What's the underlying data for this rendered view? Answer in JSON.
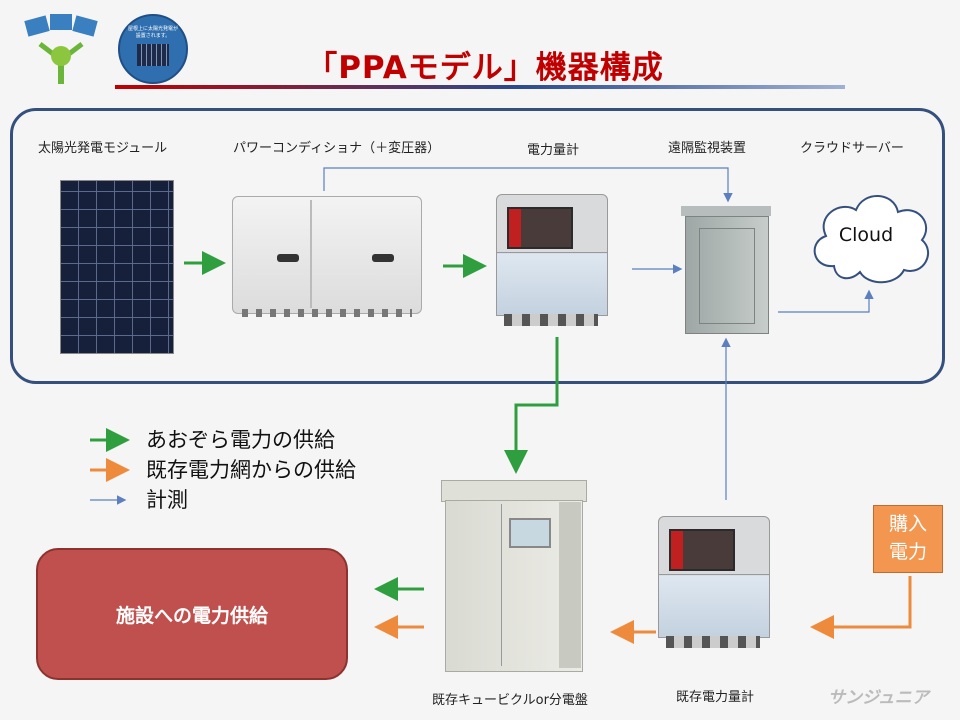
{
  "title": "「PPAモデル」機器構成",
  "logo": {
    "badge_caption": "屋根上に太陽光発電が設置されます。"
  },
  "components": {
    "solar_module": "太陽光発電モジュール",
    "power_conditioner": "パワーコンディショナ（＋変圧器）",
    "power_meter": "電力量計",
    "remote_monitor": "遠隔監視装置",
    "cloud_server": "クラウドサーバー",
    "cloud_text": "Cloud",
    "cubicle": "既存キュービクルor分電盤",
    "existing_meter": "既存電力量計"
  },
  "legend": [
    {
      "label": "あおぞら電力の供給",
      "color": "#2e9e3e"
    },
    {
      "label": "既存電力網からの供給",
      "color": "#ee8a3c"
    },
    {
      "label": "計測",
      "color": "#5b7fbf"
    }
  ],
  "facility_label": "施設への電力供給",
  "purchase_label": [
    "購入",
    "電力"
  ],
  "brand": "サンジュニア",
  "colors": {
    "green": "#2e9e3e",
    "orange": "#ee8a3c",
    "blue": "#5b7fbf",
    "frame": "#35507d",
    "facility": "#c0504d",
    "title": "#c00000"
  }
}
